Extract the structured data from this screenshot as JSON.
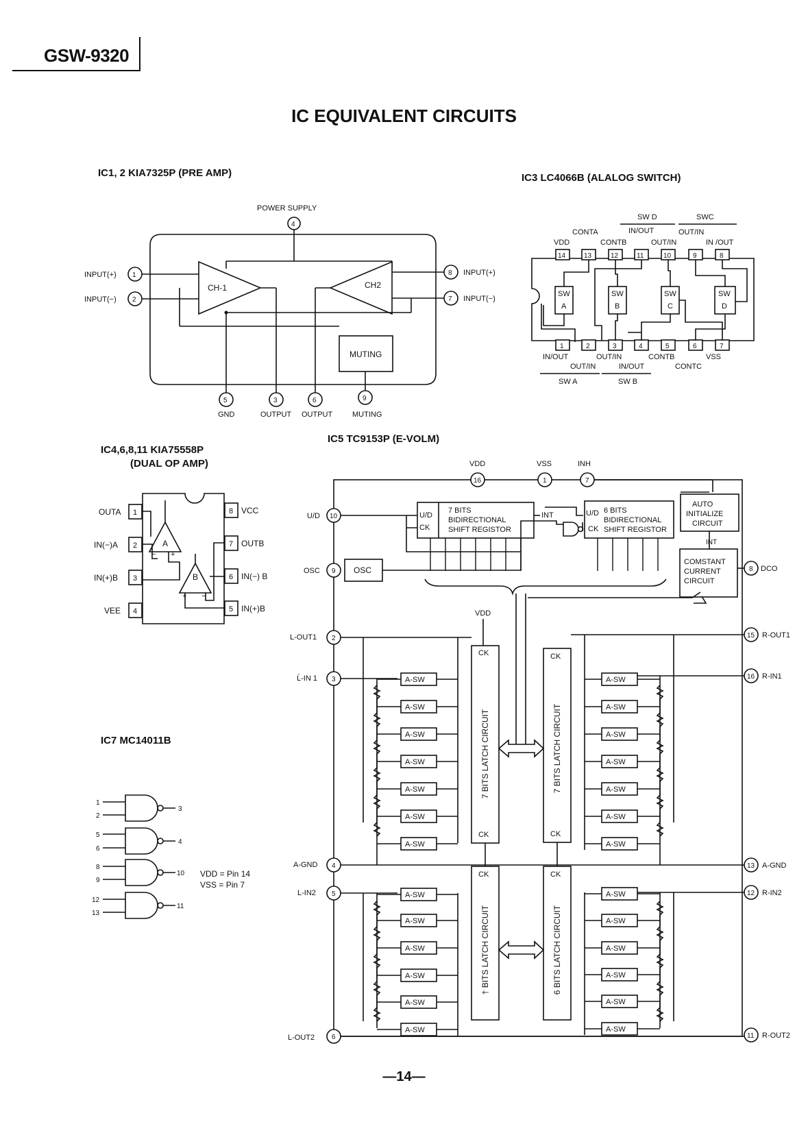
{
  "header": {
    "model": "GSW-9320",
    "page_title": "IC EQUIVALENT CIRCUITS",
    "page_number": "—14—"
  },
  "ic1": {
    "title": "IC1, 2 KIA7325P (PRE AMP)",
    "power_supply": "POWER SUPPLY",
    "input_plus": "INPUT(+)",
    "input_minus": "INPUT(−)",
    "ch1": "CH-1",
    "ch2": "CH2",
    "muting_block": "MUTING",
    "gnd": "GND",
    "output": "OUTPUT",
    "muting": "MUTING",
    "pins": {
      "p1": "1",
      "p2": "2",
      "p3": "3",
      "p4": "4",
      "p5": "5",
      "p6": "6",
      "p7": "7",
      "p8": "8",
      "p9": "9"
    }
  },
  "ic3": {
    "title": "IC3 LC4066B (ALALOG SWITCH)",
    "top_labels": {
      "swd": "SW D",
      "swc": "SWC",
      "conta": "CONTA",
      "inout": "IN/OUT",
      "outin": "OUT/IN",
      "vdd": "VDD",
      "contb": "CONTB",
      "outin2": "OUT/IN",
      "inout2": "IN /OUT"
    },
    "bottom_labels": {
      "inout": "IN/OUT",
      "outin": "OUT/IN",
      "contb": "CONTB",
      "vss": "VSS",
      "outin2": "OUT/IN",
      "inout2": "IN/OUT",
      "contc": "CONTC",
      "swa": "SW A",
      "swb": "SW B"
    },
    "top_pins": [
      "14",
      "13",
      "12",
      "11",
      "10",
      "9",
      "8"
    ],
    "bottom_pins": [
      "1",
      "2",
      "3",
      "4",
      "5",
      "6",
      "7"
    ],
    "sw": "SW",
    "switch_letters": [
      "A",
      "B",
      "C",
      "D"
    ]
  },
  "ic4": {
    "title_line1": "IC4,6,8,11 KIA75558P",
    "title_line2": "(DUAL OP AMP)",
    "left_labels": [
      "OUTA",
      "IN(−)A",
      "IN(+)B",
      "VEE"
    ],
    "right_labels": [
      "VCC",
      "OUTB",
      "IN(−) B",
      "IN(+)B"
    ],
    "left_pins": [
      "1",
      "2",
      "3",
      "4"
    ],
    "right_pins": [
      "8",
      "7",
      "6",
      "5"
    ],
    "amp_a": "A",
    "amp_b": "B"
  },
  "ic7": {
    "title": "IC7 MC14011B",
    "gates": [
      {
        "in1": "1",
        "in2": "2",
        "out": "3"
      },
      {
        "in1": "5",
        "in2": "6",
        "out": "4"
      },
      {
        "in1": "8",
        "in2": "9",
        "out": "10"
      },
      {
        "in1": "12",
        "in2": "13",
        "out": "11"
      }
    ],
    "vdd_note": "VDD = Pin 14",
    "vss_note": "VSS = Pin 7"
  },
  "ic5": {
    "title": "IC5 TC9153P (E-VOLM)",
    "top_pins": {
      "vdd": "VDD",
      "vdd_n": "16",
      "vss": "VSS",
      "vss_n": "1",
      "inh": "INH",
      "inh_n": "7"
    },
    "ud": "U/D",
    "ud_n": "10",
    "osc": "OSC",
    "osc_n": "9",
    "osc_block": "OSC",
    "shift7": {
      "ud": "U/D",
      "ck": "CK",
      "line1": "7 BITS",
      "line2": "BIDIRECTIONAL",
      "line3": "SHIFT REGISTOR"
    },
    "shift6": {
      "ud": "U/D",
      "ck": "CK",
      "line1": "6 BITS",
      "line2": "BIDIRECTIONAL",
      "line3": "SHIFT REGISTOR"
    },
    "int": "INT",
    "int2": "INT",
    "auto": [
      "AUTO",
      "INITIALIZE",
      "CIRCUIT"
    ],
    "const": [
      "COMSTANT",
      "CURRENT",
      "CIRCUIT"
    ],
    "dco": "DCO",
    "dco_n": "8",
    "vdd_inner": "VDD",
    "left_pins": [
      {
        "label": "L-OUT1",
        "n": "2"
      },
      {
        "label": "L̀-IN 1",
        "n": "3"
      },
      {
        "label": "A-GND",
        "n": "4"
      },
      {
        "label": "L-IN2",
        "n": "5"
      },
      {
        "label": "L-OUT2",
        "n": "6"
      }
    ],
    "right_pins": [
      {
        "label": "R-OUT1",
        "n": "15"
      },
      {
        "label": "R-IN1",
        "n": "16"
      },
      {
        "label": "A-GND",
        "n": "13"
      },
      {
        "label": "R-IN2",
        "n": "12"
      },
      {
        "label": "R-OUT2",
        "n": "11"
      }
    ],
    "latch_7_top": "7 BITS LATCH CIRCUIT",
    "latch_7_top_r": "7 BITS LATCH CIRCUIT",
    "latch_7_bot": "† BITS LATCH CIRCUIT",
    "latch_6_bot": "6 BITS LATCH CIRCUIT",
    "ck": "CK",
    "asw": "A-SW"
  }
}
